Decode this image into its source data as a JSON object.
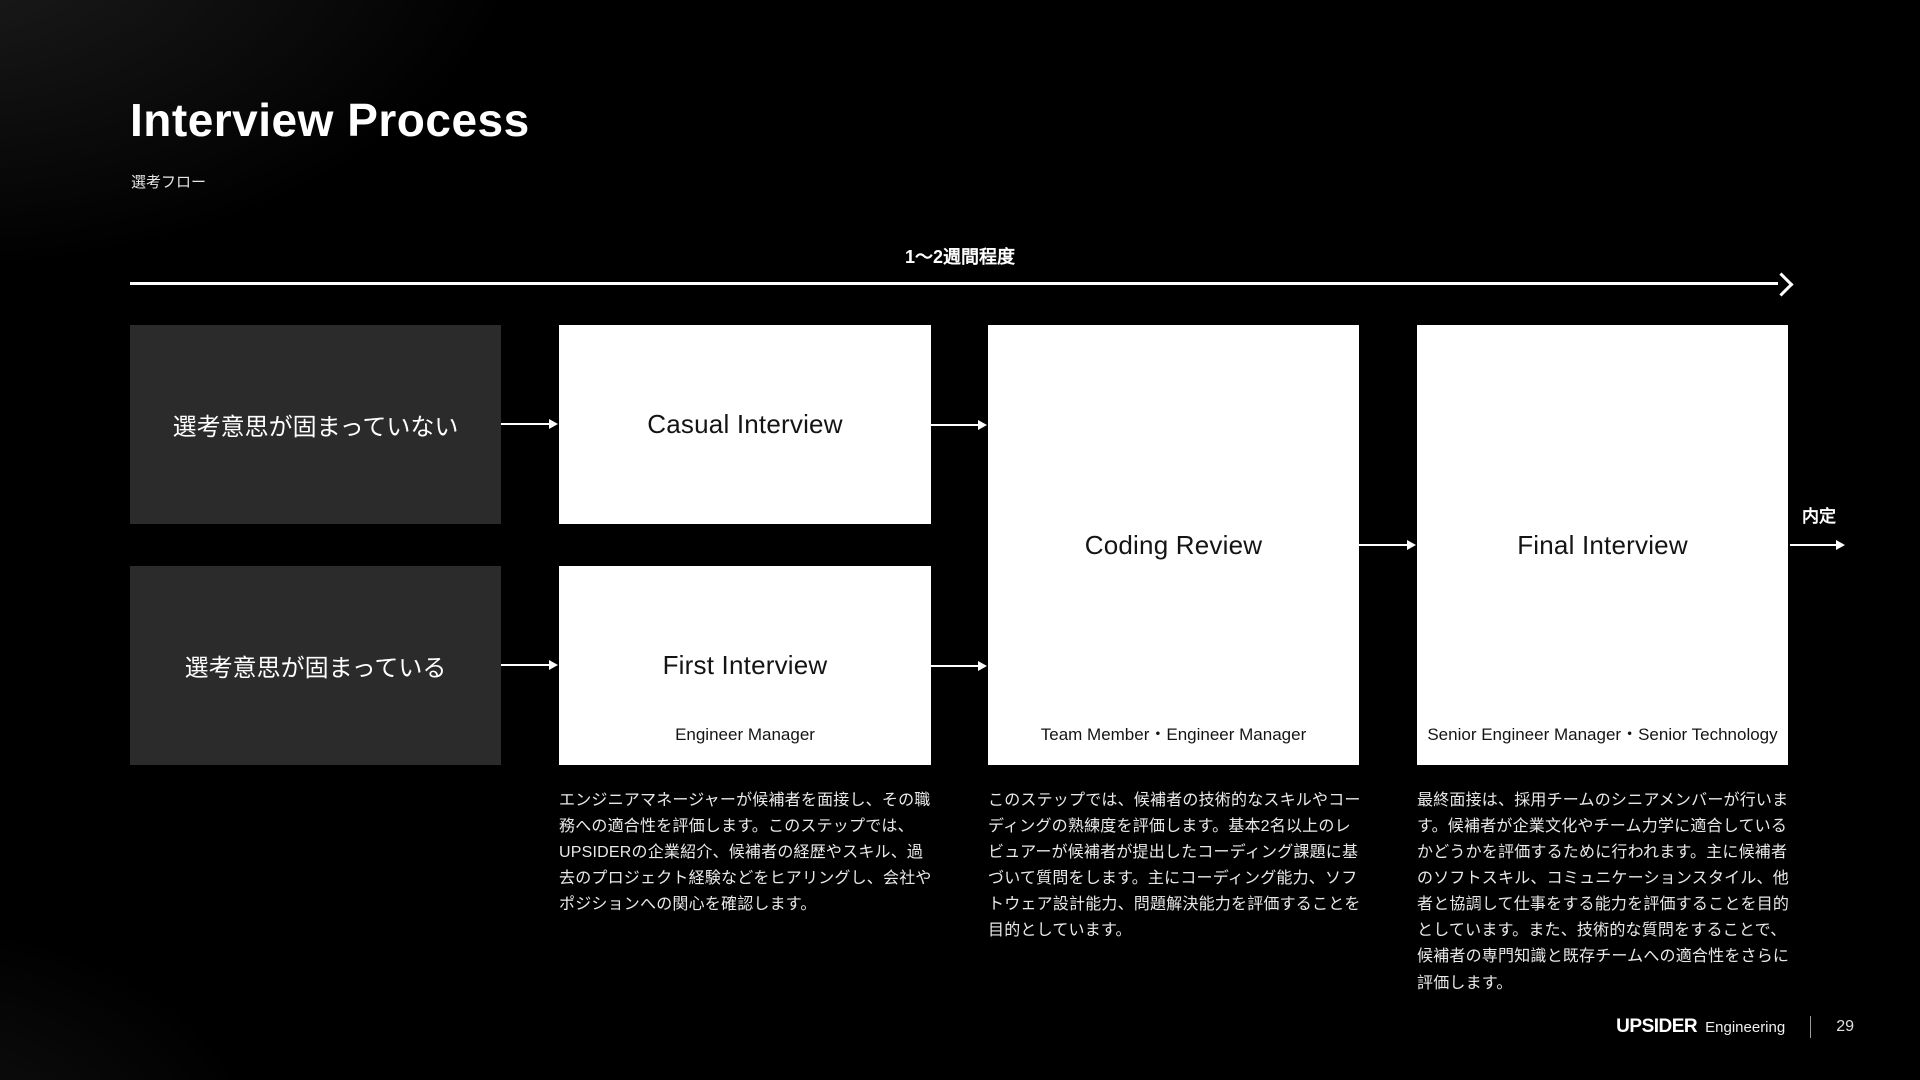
{
  "slide": {
    "title": "Interview Process",
    "subtitle": "選考フロー",
    "timeline_label": "1〜2週間程度",
    "entry_boxes": [
      {
        "label": "選考意思が固まっていない"
      },
      {
        "label": "選考意思が固まっている"
      }
    ],
    "stages": [
      {
        "title": "Casual Interview",
        "interviewers": "",
        "description": ""
      },
      {
        "title": "First Interview",
        "interviewers": "Engineer Manager",
        "description": "エンジニアマネージャーが候補者を面接し、その職務への適合性を評価します。このステップでは、UPSIDERの企業紹介、候補者の経歴やスキル、過去のプロジェクト経験などをヒアリングし、会社やポジションへの関心を確認します。"
      },
      {
        "title": "Coding Review",
        "interviewers": "Team Member・Engineer Manager",
        "description": "このステップでは、候補者の技術的なスキルやコーディングの熟練度を評価します。基本2名以上のレビュアーが候補者が提出したコーディング課題に基づいて質問をします。主にコーディング能力、ソフトウェア設計能力、問題解決能力を評価することを目的としています。"
      },
      {
        "title": "Final Interview",
        "interviewers": "Senior Engineer Manager・Senior Technology",
        "description": "最終面接は、採用チームのシニアメンバーが行います。候補者が企業文化やチーム力学に適合しているかどうかを評価するために行われます。主に候補者のソフトスキル、コミュニケーションスタイル、他者と協調して仕事をする能力を評価することを目的としています。また、技術的な質問をすることで、候補者の専門知識と既存チームへの適合性をさらに評価します。"
      }
    ],
    "offer_label": "内定",
    "colors": {
      "background": "#000000",
      "entry_box": "#2b2b2b",
      "stage_box": "#ffffff",
      "text_on_dark": "#ffffff",
      "text_on_light": "#141414"
    },
    "footer": {
      "brand": "UPSIDER",
      "brand_suffix": "Engineering",
      "page_number": "29"
    }
  }
}
